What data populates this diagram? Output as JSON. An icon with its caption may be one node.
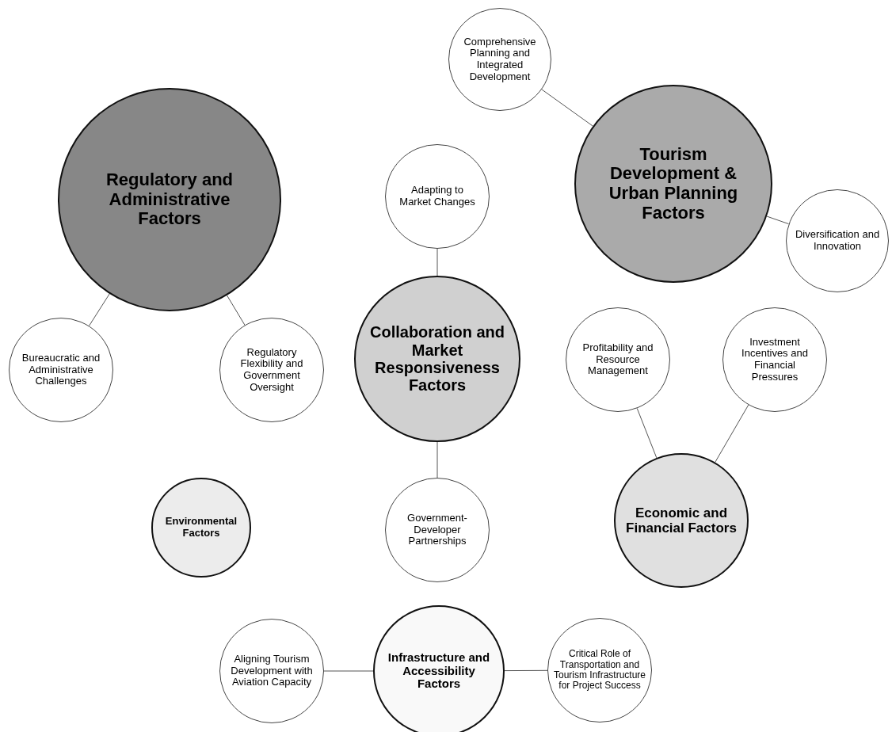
{
  "diagram": {
    "nodes": [
      {
        "text": [
          "Comprehensive Planning and Integrated Development"
        ]
      },
      {
        "text": [
          "Tourism Development & Urban Planning Factors"
        ]
      },
      {
        "text": [
          "Regulatory and Administrative Factors"
        ]
      },
      {
        "text": [
          "Adapting to Market Changes"
        ]
      },
      {
        "text": [
          "Diversification and Innovation"
        ]
      },
      {
        "text": [
          "Bureaucratic and Administrative Challenges"
        ]
      },
      {
        "text": [
          "Regulatory Flexibility and Government Oversight"
        ]
      },
      {
        "text": [
          "Collaboration and Market Responsiveness Factors"
        ]
      },
      {
        "text": [
          "Profitability and Resource Management"
        ]
      },
      {
        "text": [
          "Investment Incentives and Financial Pressures"
        ]
      },
      {
        "text": [
          "Environmental Factors"
        ]
      },
      {
        "text": [
          "Government-Developer Partnerships"
        ]
      },
      {
        "text": [
          "Economic and Financial Factors"
        ]
      },
      {
        "text": [
          "Aligning Tourism Development with Aviation Capacity"
        ]
      },
      {
        "text": [
          "Infrastructure and Accessibility Factors"
        ]
      },
      {
        "text": [
          "Critical Role of Transportation and Tourism Infrastructure for Project Success"
        ]
      }
    ],
    "edges": [
      {
        "from": 1,
        "to": 0,
        "arrow": "none"
      },
      {
        "from": 1,
        "to": 4,
        "arrow": "none"
      },
      {
        "from": 2,
        "to": 5,
        "arrow": "none"
      },
      {
        "from": 2,
        "to": 6,
        "arrow": "none"
      },
      {
        "from": 7,
        "to": 3,
        "arrow": "none"
      },
      {
        "from": 7,
        "to": 11,
        "arrow": "none"
      },
      {
        "from": 12,
        "to": 8,
        "arrow": "none"
      },
      {
        "from": 12,
        "to": 9,
        "arrow": "none"
      },
      {
        "from": 14,
        "to": 13,
        "arrow": "none"
      },
      {
        "from": 14,
        "to": 15,
        "arrow": "none"
      }
    ]
  }
}
